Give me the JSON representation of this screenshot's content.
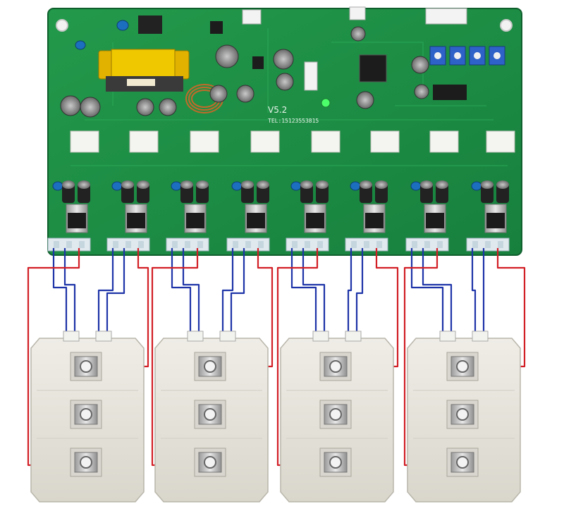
{
  "board": {
    "version_label": "V5.2",
    "tel_label": "TEL:15123553815"
  },
  "colors": {
    "pcb": "#1f8f45",
    "pcb_dark": "#16733a",
    "wire_red": "#d21f26",
    "wire_blue": "#1e34a8",
    "module": "#e6e4dc",
    "connector": "#dfe9ee"
  },
  "counts": {
    "gate_driver_channels": 8,
    "igbt_modules": 4,
    "trimmer_pots": 4
  }
}
